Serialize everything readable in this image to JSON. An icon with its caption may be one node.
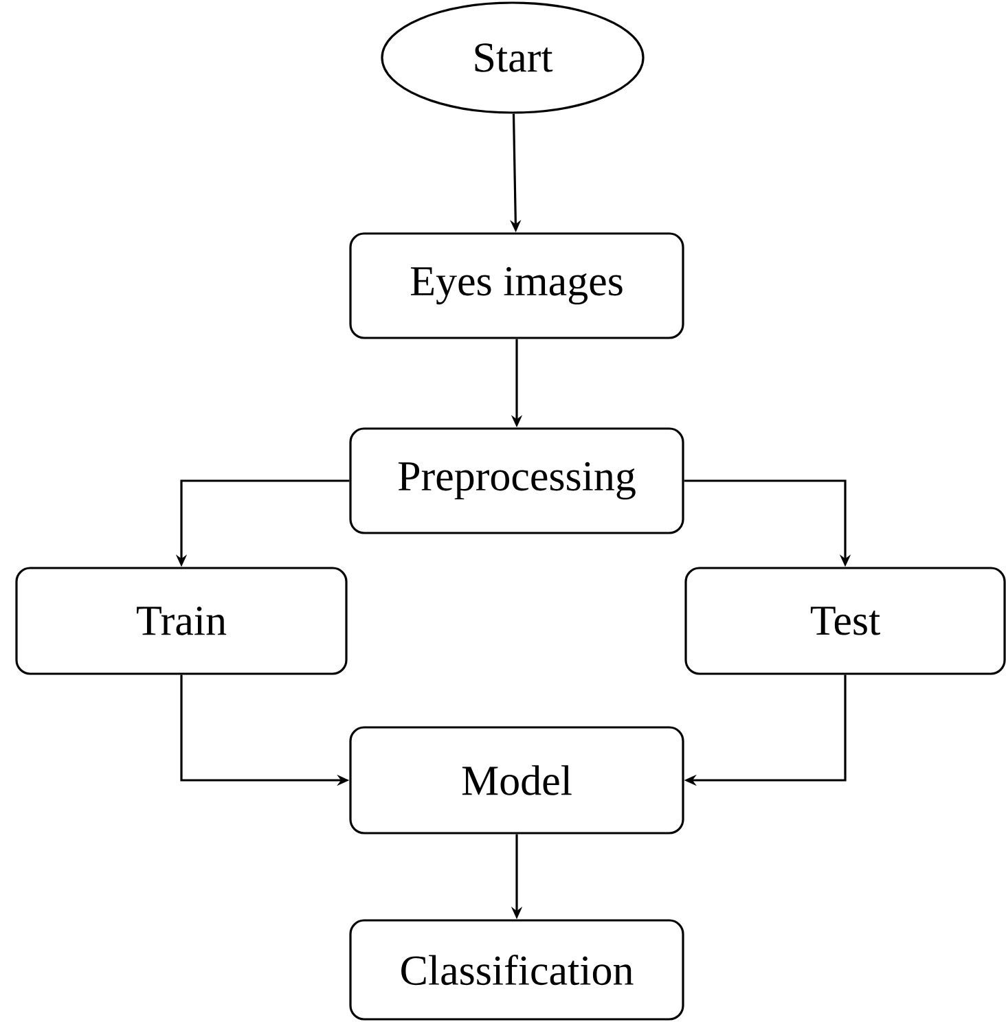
{
  "diagram": {
    "nodes": [
      {
        "text": [
          "Start"
        ]
      },
      {
        "text": [
          "Eyes images"
        ]
      },
      {
        "text": [
          "Preprocessing"
        ]
      },
      {
        "text": [
          "Train"
        ]
      },
      {
        "text": [
          "Test"
        ]
      },
      {
        "text": [
          "Model"
        ]
      },
      {
        "text": [
          "Classification"
        ]
      }
    ],
    "edges": [
      {
        "from": 0,
        "to": 1,
        "arrow": "to"
      },
      {
        "from": 1,
        "to": 2,
        "arrow": "to"
      },
      {
        "from": 2,
        "to": 3,
        "arrow": "to"
      },
      {
        "from": 2,
        "to": 4,
        "arrow": "to"
      },
      {
        "from": 3,
        "to": 5,
        "arrow": "to"
      },
      {
        "from": 4,
        "to": 5,
        "arrow": "to"
      },
      {
        "from": 5,
        "to": 6,
        "arrow": "to"
      }
    ]
  }
}
